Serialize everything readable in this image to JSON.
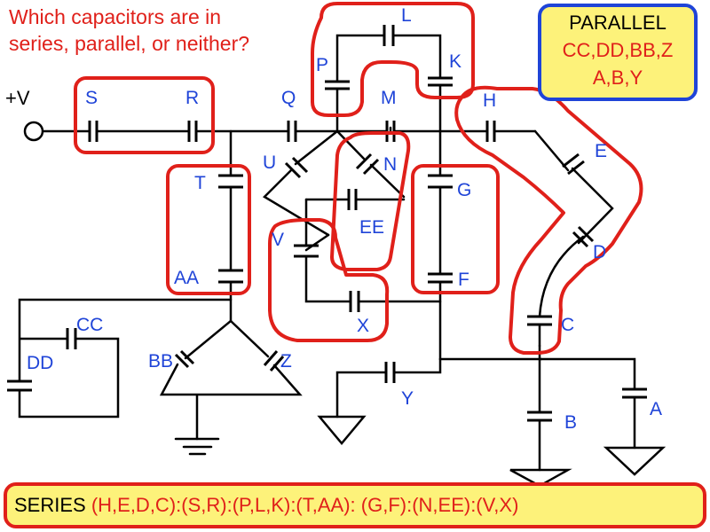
{
  "question": {
    "line1": "Which capacitors are in",
    "line2": "series, parallel, or neither?"
  },
  "source_label": "+V",
  "capacitor_labels": {
    "S": "S",
    "R": "R",
    "Q": "Q",
    "M": "M",
    "H": "H",
    "L": "L",
    "P": "P",
    "K": "K",
    "U": "U",
    "N": "N",
    "EE": "EE",
    "T": "T",
    "AA": "AA",
    "G": "G",
    "F": "F",
    "V": "V",
    "X": "X",
    "E": "E",
    "D": "D",
    "C": "C",
    "CC": "CC",
    "DD": "DD",
    "BB": "BB",
    "Z": "Z",
    "Y": "Y",
    "A": "A",
    "B": "B"
  },
  "parallel_box": {
    "title": "PARALLEL",
    "line1": "CC,DD,BB,Z",
    "line2": "A,B,Y"
  },
  "series_box": {
    "title": "SERIES",
    "groups": "(H,E,D,C):(S,R):(P,L,K):(T,AA): (G,F):(N,EE):(V,X)"
  },
  "colors": {
    "label_blue": "#1f44d8",
    "highlight_red": "#e0201a",
    "box_yellow": "#fdf27a",
    "wire": "#000000"
  }
}
